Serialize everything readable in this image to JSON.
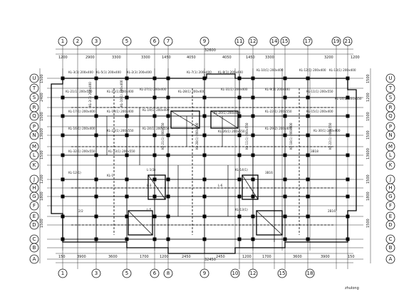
{
  "axes": {
    "top": [
      "1",
      "2",
      "3",
      "5",
      "6",
      "7",
      "9",
      "11",
      "12",
      "14",
      "15",
      "17",
      "19",
      "21"
    ],
    "bottom": [
      "1",
      "3",
      "5",
      "6",
      "8",
      "9",
      "10",
      "12",
      "15",
      "18"
    ],
    "left": [
      "U",
      "T",
      "S",
      "R",
      "Q",
      "P",
      "N",
      "M",
      "L",
      "K",
      "J",
      "H",
      "G",
      "F",
      "E",
      "D",
      "C",
      "B",
      "A"
    ],
    "right": [
      "U",
      "T",
      "S",
      "R",
      "Q",
      "P",
      "N",
      "M",
      "L",
      "K",
      "J",
      "H",
      "G",
      "F",
      "E",
      "D",
      "C",
      "B",
      "A"
    ]
  },
  "top_dims": {
    "segments": [
      "1200",
      "2900",
      "3300",
      "3300",
      "1450",
      "4050",
      "4050",
      "1450",
      "3300",
      "3200",
      "1200"
    ],
    "total": "32600"
  },
  "bottom_dims": {
    "segments": [
      "150",
      "3900",
      "3600",
      "1700",
      "1200",
      "2450",
      "2450",
      "1200",
      "1700",
      "3600",
      "3900",
      "150"
    ],
    "total": "32450"
  },
  "left_dims": [
    "1500",
    "2400",
    "1500",
    "13600",
    "1500",
    "1200",
    "1800",
    "1500"
  ],
  "right_dims": [
    "1500",
    "1200",
    "1500",
    "1500",
    "13600",
    "1500",
    "1800",
    "1500"
  ],
  "beam_labels": [
    "KL-3(1) 200x400",
    "KL-5(1) 200x400",
    "KL-2(3) 200x400",
    "KL-7(1) 200x400",
    "KL-8(1) 200x400",
    "KL-10(1) 200x400",
    "KL-12(1) 200x400",
    "KL-13(1) 200x400",
    "KL-21(1) 200x550",
    "KL-25(1) 200x400",
    "KL-27(1) 200x400",
    "KL-28(1) 200x400",
    "KL-31(1) 200x400",
    "KL-9(1) 200x400",
    "KL-11(1) 200x550",
    "KL-14(1) 200x550",
    "KL-17(1) 200x400",
    "KL-18(1) 200x400",
    "KL-19(1) 200x400",
    "KL-20(1) 200x400",
    "KL-22(1) 200x550",
    "KL-15(1) 200x400",
    "KL-16(1) 200x400",
    "KL-23(1) 200x550",
    "KL-24(1) 200x550",
    "KL-26(1) 200x550",
    "KL-29(2) 200x400",
    "KL-30(1) 200x400",
    "KL-32(1) 200x550",
    "KL-33(1) 200x550",
    "L-1(1)",
    "L-3",
    "L-5",
    "L-6",
    "KL-14(1)",
    "KL-13(1)",
    "KL-12(1)",
    "KL-1",
    "3B16",
    "3B18",
    "2B16",
    "2/2"
  ],
  "watermark": "zhulong"
}
